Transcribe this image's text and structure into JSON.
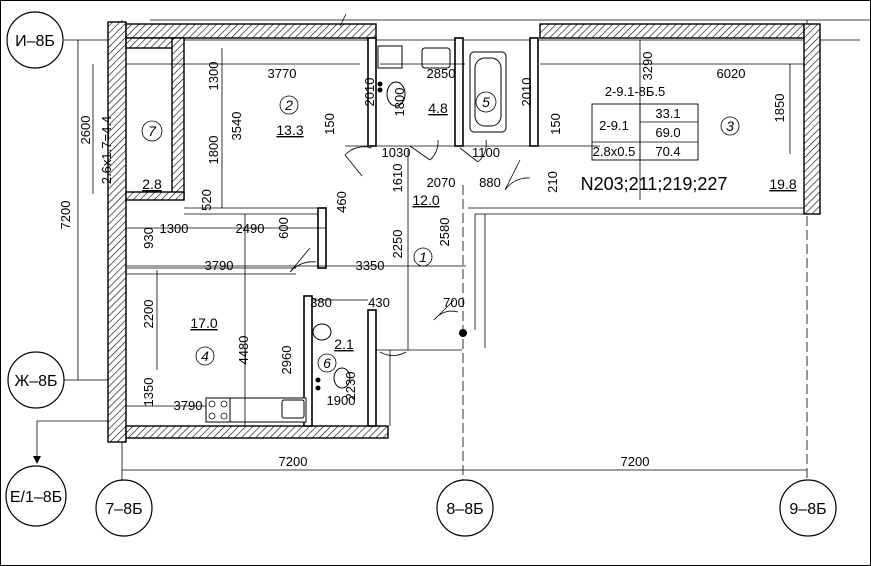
{
  "axes": [
    {
      "id": "i8b",
      "label": "И–8Б"
    },
    {
      "id": "zh8b",
      "label": "Ж–8Б"
    },
    {
      "id": "e18b",
      "label": "Е/1–8Б"
    },
    {
      "id": "a78b",
      "label": "7–8Б"
    },
    {
      "id": "a88b",
      "label": "8–8Б"
    },
    {
      "id": "a98b",
      "label": "9–8Б"
    }
  ],
  "rooms": [
    {
      "id": "r1",
      "number": "1",
      "area": "12.0"
    },
    {
      "id": "r2",
      "number": "2",
      "area": "13.3"
    },
    {
      "id": "r3",
      "number": "3",
      "area": "19.8"
    },
    {
      "id": "r4",
      "number": "4",
      "area": "17.0"
    },
    {
      "id": "r5",
      "number": "5",
      "area": "4.8"
    },
    {
      "id": "r6",
      "number": "6",
      "area": "2.1"
    },
    {
      "id": "r7",
      "number": "7",
      "area": "2.8"
    }
  ],
  "apartment": {
    "type_label": "2-9.1-8Б.5",
    "code": "2-9.1",
    "areas": [
      "33.1",
      "69.0",
      "70.4"
    ],
    "balcony_size": "2.8x0.5",
    "numbers": "N203;211;219;227",
    "loggia_size": "2.6x1.7=4.4"
  },
  "dimensions": {
    "d7200_v": "7200",
    "d2600": "2600",
    "d1300_a": "1300",
    "d3770": "3770",
    "d2010_a": "2010",
    "d2850": "2850",
    "d3290": "3290",
    "d6020": "6020",
    "d2010_b": "2010",
    "d1850": "1850",
    "d3540": "3540",
    "d1800_a": "1800",
    "d1800_b": "1800",
    "d150_a": "150",
    "d150_b": "150",
    "d1030": "1030",
    "d1100": "1100",
    "d1610": "1610",
    "d2070": "2070",
    "d880": "880",
    "d210": "210",
    "d520": "520",
    "d460": "460",
    "d930": "930",
    "d1300_b": "1300",
    "d2490": "2490",
    "d600": "600",
    "d2250": "2250",
    "d2580": "2580",
    "d3790_a": "3790",
    "d3350": "3350",
    "d2200": "2200",
    "d4480": "4480",
    "d380": "380",
    "d430": "430",
    "d700": "700",
    "d2960": "2960",
    "d2230": "2230",
    "d1350": "1350",
    "d3790_b": "3790",
    "d1900": "1900",
    "d7200_h1": "7200",
    "d7200_h2": "7200"
  }
}
